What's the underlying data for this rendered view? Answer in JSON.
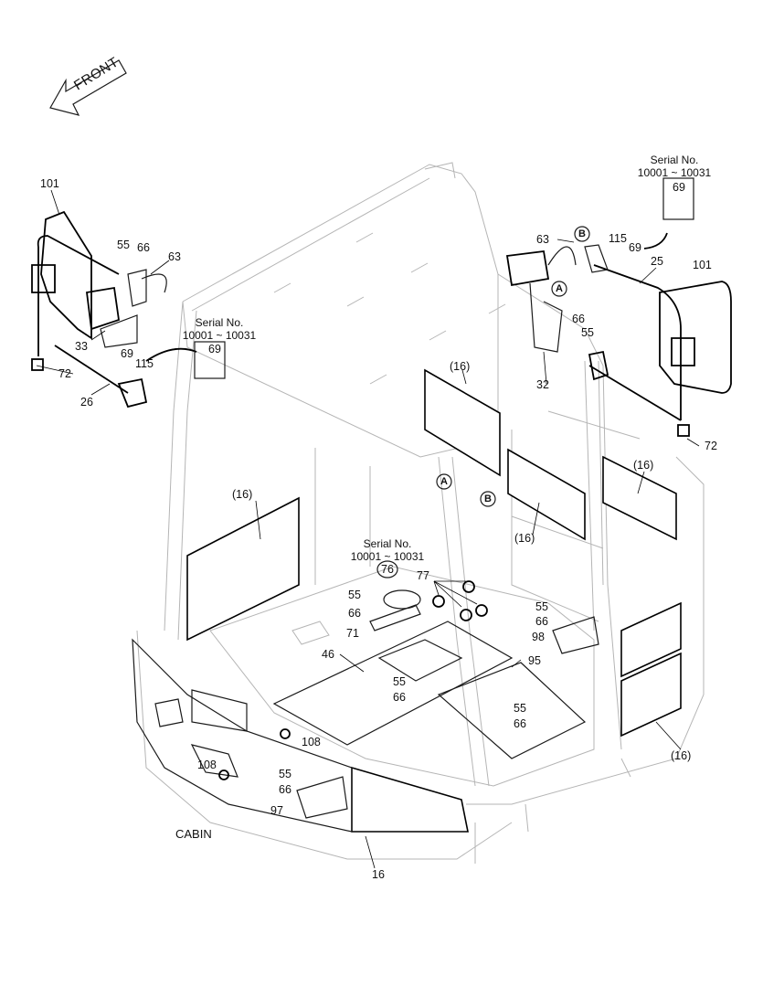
{
  "direction_arrow": {
    "label": "FRONT"
  },
  "assembly_label": "CABIN",
  "serial_notes": [
    {
      "title": "Serial No.",
      "range": "10001 ~ 10031",
      "part": "69"
    },
    {
      "title": "Serial No.",
      "range": "10001 ~ 10031",
      "part": "69"
    },
    {
      "title": "Serial No.",
      "range": "10001 ~ 10031",
      "part": "76"
    }
  ],
  "view_markers": {
    "a": "A",
    "b": "B"
  },
  "callouts": {
    "left_mirror": [
      "101",
      "55",
      "66",
      "63",
      "33",
      "69",
      "115",
      "72",
      "26"
    ],
    "right_mirror": [
      "63",
      "115",
      "69",
      "25",
      "101",
      "66",
      "55",
      "32",
      "72"
    ],
    "glass": [
      "(16)",
      "(16)",
      "(16)",
      "(16)",
      "(16)",
      "16"
    ],
    "floor": [
      "77",
      "55",
      "66",
      "71",
      "46",
      "55",
      "66",
      "98",
      "95",
      "55",
      "66",
      "55",
      "66",
      "108",
      "108",
      "55",
      "66",
      "97"
    ]
  }
}
